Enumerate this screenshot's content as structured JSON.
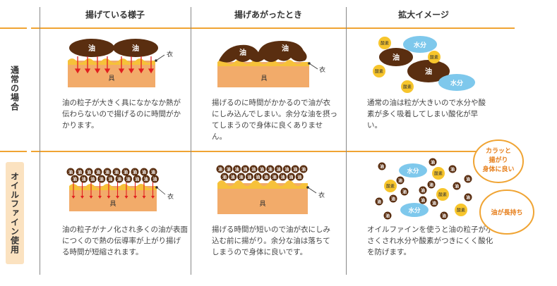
{
  "columns": [
    "揚げている様子",
    "揚げあがったとき",
    "拡大イメージ"
  ],
  "rows": [
    {
      "label": "通常の場合"
    },
    {
      "label": "オイルファイン使用"
    }
  ],
  "labels": {
    "oil": "油",
    "ingredient": "具",
    "batter": "衣",
    "water": "水分",
    "oxygen": "酸素"
  },
  "descriptions": {
    "normal": [
      "油の粒子が大きく具になかなか熱が伝わらないので揚げるのに時間がかかります。",
      "揚げるのに時間がかかるので油が衣にしみ込んでしまい。余分な油を摂ってしまうので身体に良くありません。",
      "通常の油は粒が大きいので水分や酸素が多く吸着してしまい酸化が早い。"
    ],
    "oilfine": [
      "油の粒子がナノ化され多くの油が表面につくので熱の伝導率が上がり揚げる時間が短縮されます。",
      "揚げる時間が短いので油が衣にしみ込む前に揚がり。余分な油は落ちてしまうので身体に良いです。",
      "オイルファインを使うと油の粒子が小さくされ水分や酸素がつきにくく酸化を防げます。"
    ]
  },
  "callouts": {
    "crispy": [
      "カラッと",
      "揚がり",
      "身体に良い"
    ],
    "lasting": "油が長持ち"
  },
  "colors": {
    "accent": "#f0a433",
    "oil": "#5a2e10",
    "ingredient": "#f2ab6a",
    "batter": "#f6c13a",
    "water": "#7ec8ec",
    "oxygen": "#f7c52c",
    "arrow": "#e21e1e"
  }
}
